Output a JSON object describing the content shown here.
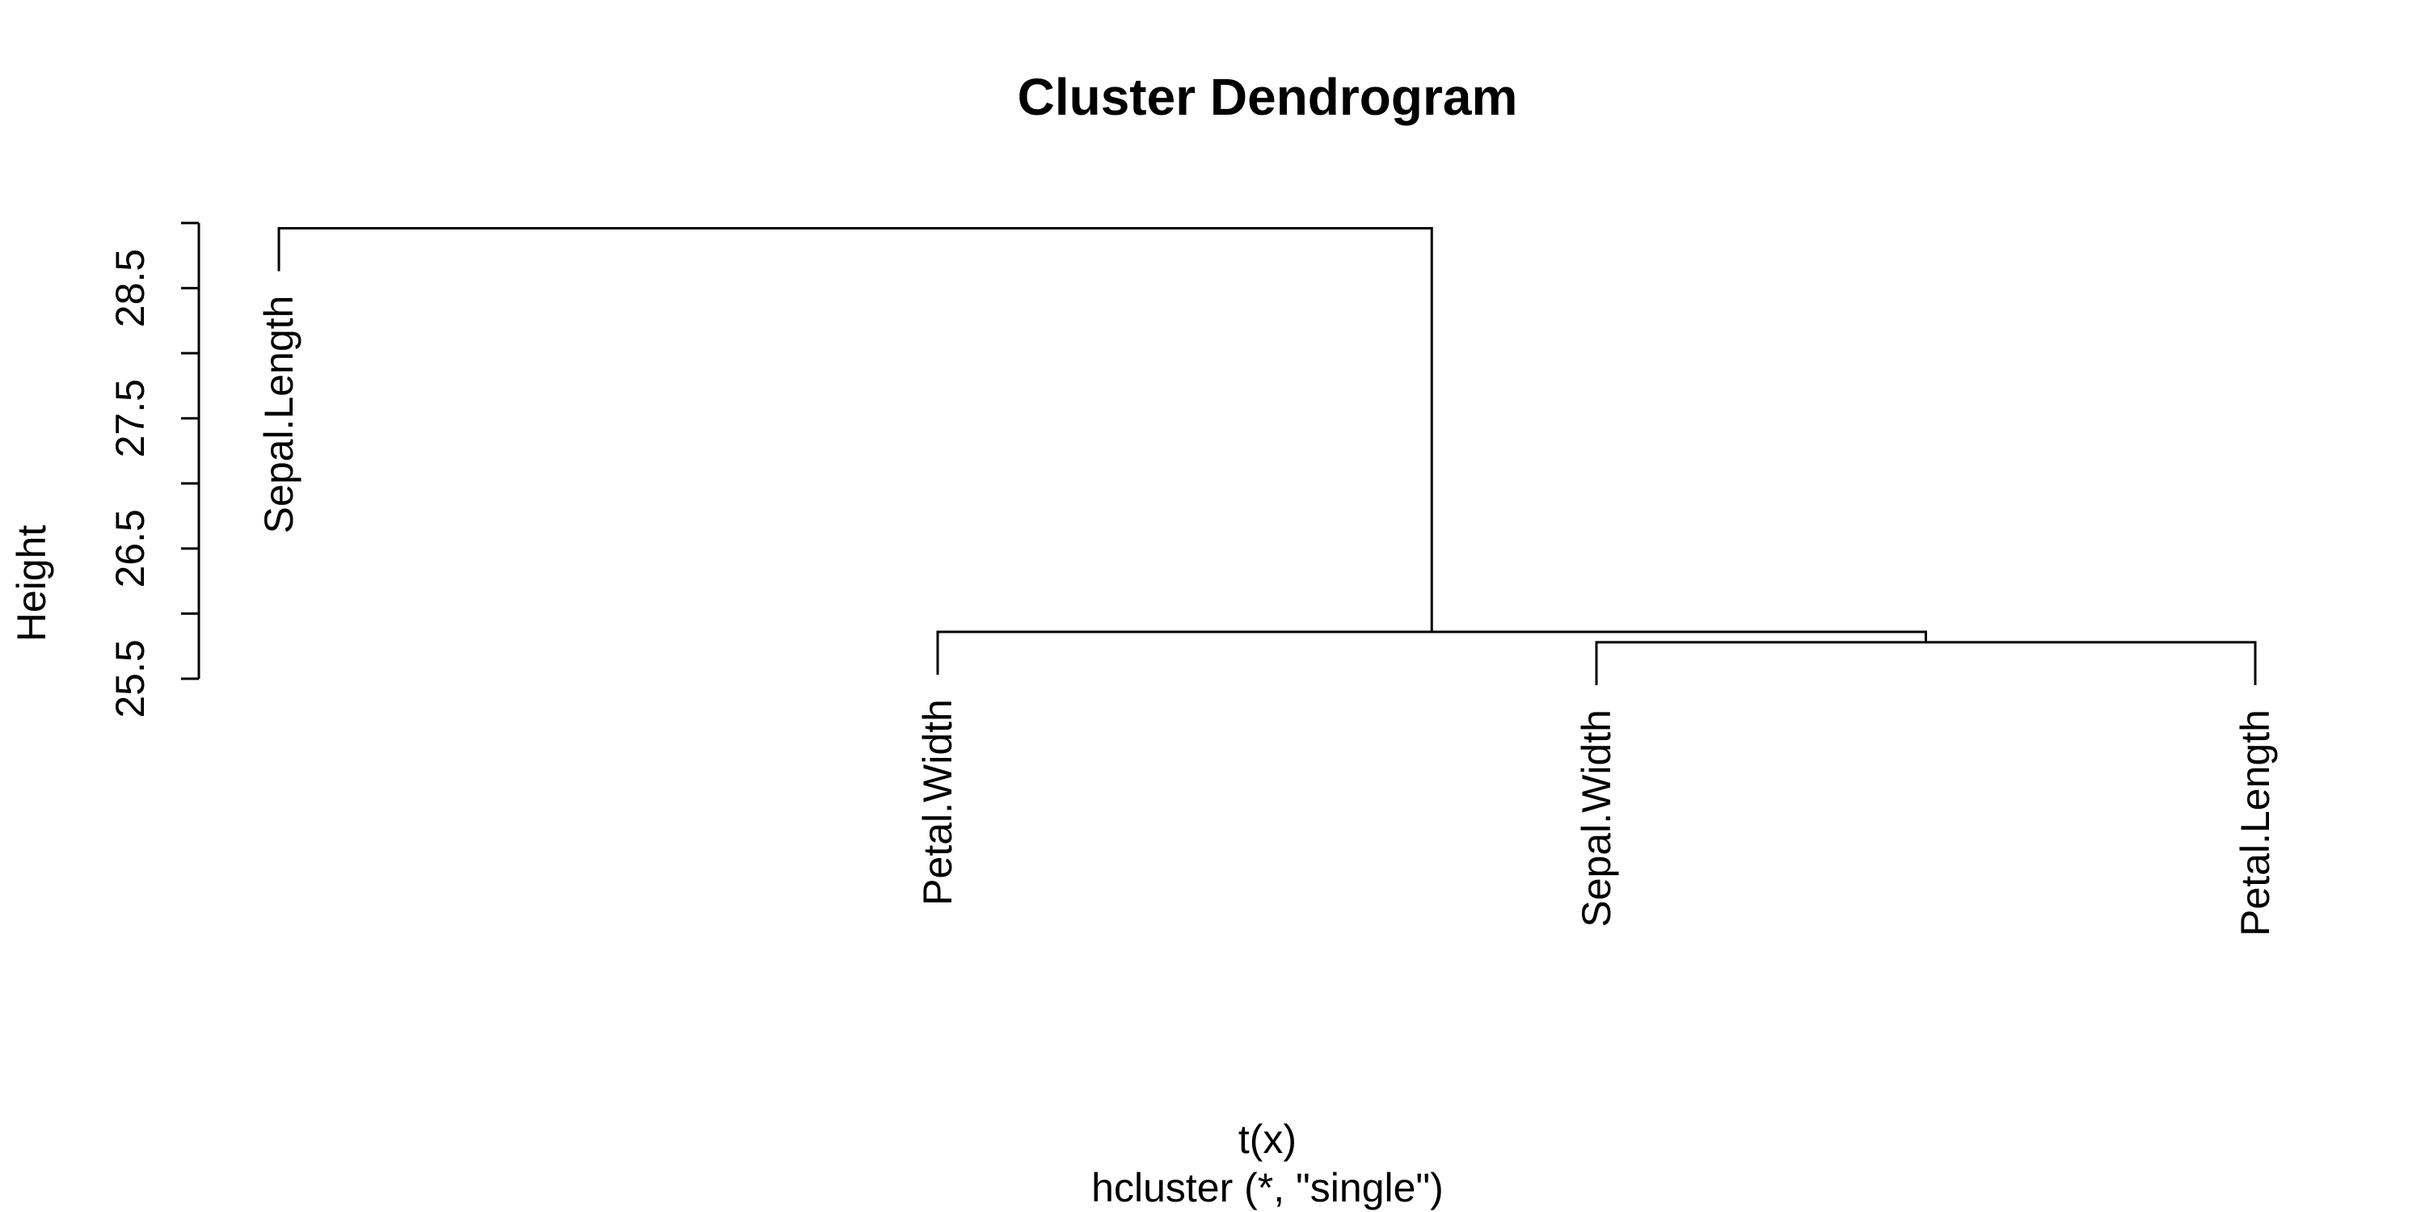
{
  "chart_data": {
    "type": "dendrogram",
    "title": "Cluster Dendrogram",
    "xlabel": "t(x)",
    "sub": "hcluster (*, \"single\")",
    "ylabel": "Height",
    "y_ticks": [
      25.5,
      26.0,
      26.5,
      27.0,
      27.5,
      28.0,
      28.5,
      29.0
    ],
    "y_tick_labels": [
      "25.5",
      "26.5",
      "27.5",
      "28.5"
    ],
    "ylim": [
      25.5,
      29.0
    ],
    "leaves": [
      "Sepal.Length",
      "Petal.Width",
      "Sepal.Width",
      "Petal.Length"
    ],
    "merges": [
      {
        "left": "Sepal.Width",
        "right": "Petal.Length",
        "height": 25.78
      },
      {
        "left": "Petal.Width",
        "right": "Sepal.Width + Petal.Length",
        "height": 25.86
      },
      {
        "left": "Sepal.Length",
        "right": "Petal.Width + Sepal.Width + Petal.Length",
        "height": 28.96
      }
    ],
    "leaf_heights": [
      28.63,
      25.53,
      25.45,
      25.45
    ]
  }
}
